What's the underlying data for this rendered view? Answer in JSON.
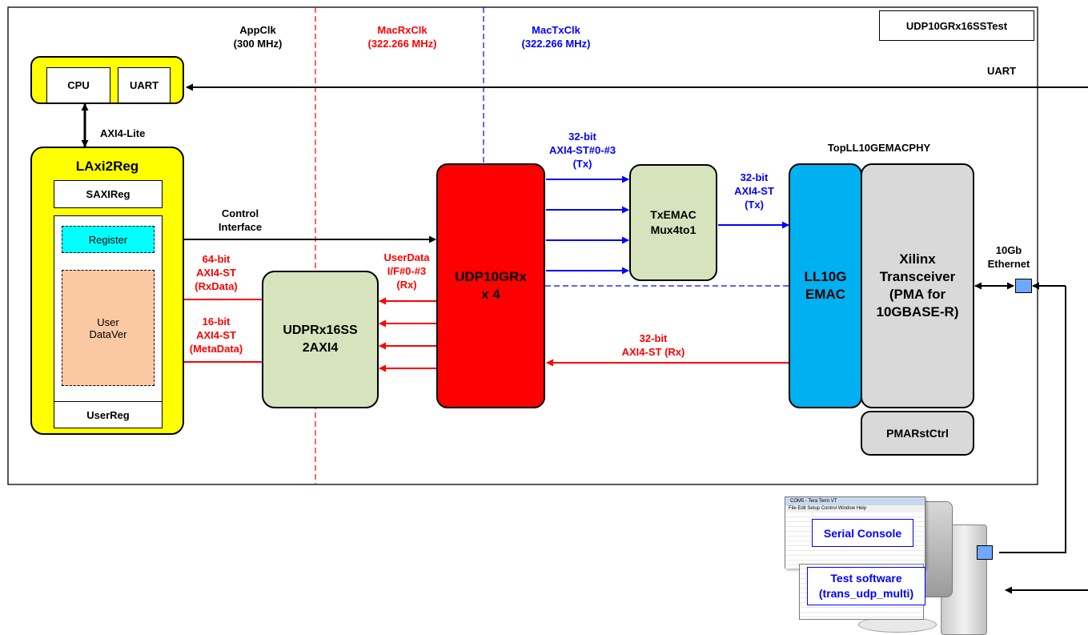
{
  "title": "UDP10GRx16SSTest",
  "clocks": {
    "app_name": "AppClk",
    "app_freq": "(300 MHz)",
    "macrx_name": "MacRxClk",
    "macrx_freq": "(322.266 MHz)",
    "mactx_name": "MacTxClk",
    "mactx_freq": "(322.266 MHz)"
  },
  "blocks": {
    "cpu": "CPU",
    "uart": "UART",
    "axi4_lite": "AXI4-Lite",
    "laxi2reg": "LAxi2Reg",
    "saxireg": "SAXIReg",
    "register": "Register",
    "userdataver_1": "User",
    "userdataver_2": "DataVer",
    "userreg": "UserReg",
    "udprx_1": "UDPRx16SS",
    "udprx_2": "2AXI4",
    "udp10grx_1": "UDP10GRx",
    "udp10grx_2": "x 4",
    "txemac_1": "TxEMAC",
    "txemac_2": "Mux4to1",
    "topll": "TopLL10GEMACPHY",
    "ll10g_1": "LL10G",
    "ll10g_2": "EMAC",
    "xilinx_1": "Xilinx",
    "xilinx_2": "Transceiver",
    "xilinx_3": "(PMA for",
    "xilinx_4": "10GBASE-R)",
    "pmarst": "PMARstCtrl"
  },
  "labels": {
    "uart_line": "UART",
    "control_1": "Control",
    "control_2": "Interface",
    "rx64_1": "64-bit",
    "rx64_2": "AXI4-ST",
    "rx64_3": "(RxData)",
    "rx16_1": "16-bit",
    "rx16_2": "AXI4-ST",
    "rx16_3": "(MetaData)",
    "userdata_1": "UserData",
    "userdata_2": "I/F#0-#3",
    "userdata_3": "(Rx)",
    "tx32a_1": "32-bit",
    "tx32a_2": "AXI4-ST#0-#3",
    "tx32a_3": "(Tx)",
    "tx32b_1": "32-bit",
    "tx32b_2": "AXI4-ST",
    "tx32b_3": "(Tx)",
    "rx32_1": "32-bit",
    "rx32_2": "AXI4-ST (Rx)",
    "eth_1": "10Gb",
    "eth_2": "Ethernet"
  },
  "pc": {
    "window_title": "COM5 - Tera Term VT",
    "window_menu": "File  Edit  Setup  Control  Window  Help",
    "serial_console": "Serial Console",
    "test_software_1": "Test software",
    "test_software_2": "(trans_udp_multi)"
  },
  "colors": {
    "yellow": "#ffff00",
    "red": "#ff0000",
    "green": "#d6e3bc",
    "cyan": "#00ffff",
    "peach": "#fac8a2",
    "blue_block": "#00b0f0",
    "gray": "#d9d9d9",
    "port_blue": "#6fa8ff"
  }
}
